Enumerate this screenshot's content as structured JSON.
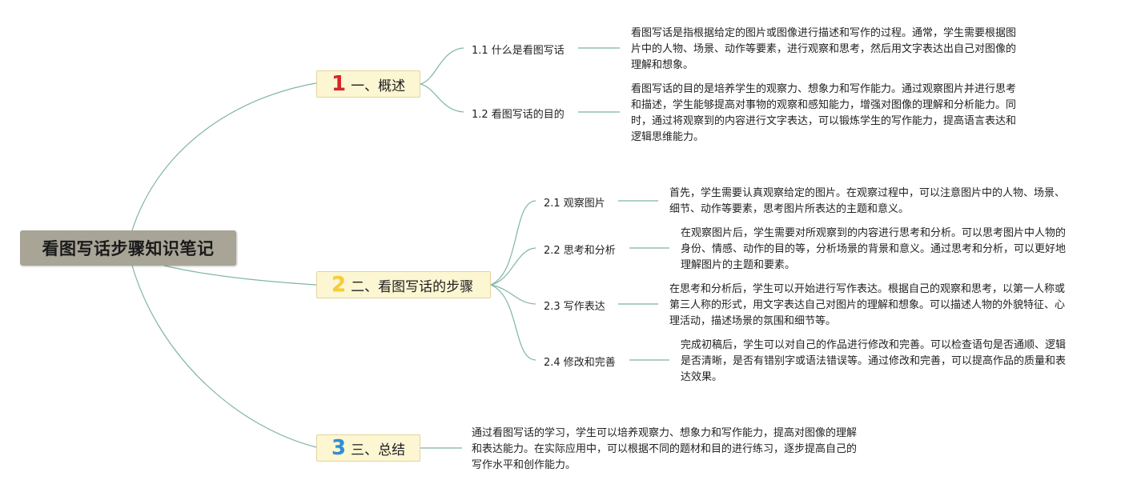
{
  "root": {
    "title": "看图写话步骤知识笔记"
  },
  "colors": {
    "link": "#7fb5a4",
    "root_bg": "#a8a597",
    "branch_bg": "#fdf6d3",
    "branch_border": "#e2d49a",
    "num1": "#d9262c",
    "num2": "#f5cd36",
    "num3": "#2e8fd6"
  },
  "branches": [
    {
      "number": "1",
      "label": "一、概述",
      "children": [
        {
          "label": "1.1 什么是看图写话",
          "text": "看图写话是指根据给定的图片或图像进行描述和写作的过程。通常，学生需要根据图片中的人物、场景、动作等要素，进行观察和思考，然后用文字表达出自己对图像的理解和想象。"
        },
        {
          "label": "1.2 看图写话的目的",
          "text": "看图写话的目的是培养学生的观察力、想象力和写作能力。通过观察图片并进行思考和描述，学生能够提高对事物的观察和感知能力，增强对图像的理解和分析能力。同时，通过将观察到的内容进行文字表达，可以锻炼学生的写作能力，提高语言表达和逻辑思维能力。"
        }
      ]
    },
    {
      "number": "2",
      "label": "二、看图写话的步骤",
      "children": [
        {
          "label": "2.1 观察图片",
          "text": "首先，学生需要认真观察给定的图片。在观察过程中，可以注意图片中的人物、场景、细节、动作等要素，思考图片所表达的主题和意义。"
        },
        {
          "label": "2.2 思考和分析",
          "text": "在观察图片后，学生需要对所观察到的内容进行思考和分析。可以思考图片中人物的身份、情感、动作的目的等，分析场景的背景和意义。通过思考和分析，可以更好地理解图片的主题和要素。"
        },
        {
          "label": "2.3 写作表达",
          "text": "在思考和分析后，学生可以开始进行写作表达。根据自己的观察和思考，以第一人称或第三人称的形式，用文字表达自己对图片的理解和想象。可以描述人物的外貌特征、心理活动，描述场景的氛围和细节等。"
        },
        {
          "label": "2.4 修改和完善",
          "text": "完成初稿后，学生可以对自己的作品进行修改和完善。可以检查语句是否通顺、逻辑是否清晰，是否有错别字或语法错误等。通过修改和完善，可以提高作品的质量和表达效果。"
        }
      ]
    },
    {
      "number": "3",
      "label": "三、总结",
      "text": "通过看图写话的学习，学生可以培养观察力、想象力和写作能力，提高对图像的理解和表达能力。在实际应用中，可以根据不同的题材和目的进行练习，逐步提高自己的写作水平和创作能力。"
    }
  ]
}
